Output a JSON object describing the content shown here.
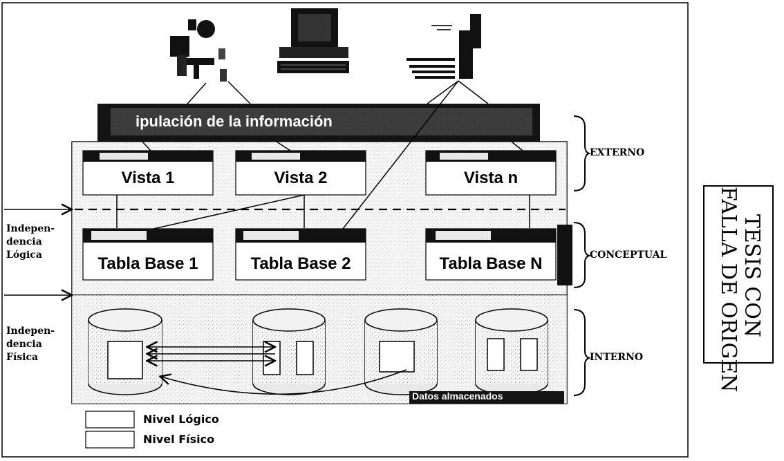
{
  "header": {
    "banner_text": "ipulación de la información"
  },
  "views": [
    "Vista 1",
    "Vista 2",
    "Vista n"
  ],
  "tables": [
    "Tabla Base 1",
    "Tabla Base 2",
    "Tabla Base N"
  ],
  "levels": {
    "externo": "EXTERNO",
    "conceptual": "CONCEPTUAL",
    "interno": "INTERNO"
  },
  "independence": {
    "logica": "Indepen-\ndencia\nLógica",
    "fisica": "Indepen-\ndencia\nFísica"
  },
  "storage_label": "Datos almacenados",
  "legend": {
    "logico": "Nivel Lógico",
    "fisico": "Nivel Físico"
  },
  "stamp": {
    "line1": "TESIS CON",
    "line2": "FALLA DE ORIGEN"
  },
  "colors": {
    "ink": "#000000",
    "panel": "#f4f4f4",
    "paper": "#ffffff"
  }
}
